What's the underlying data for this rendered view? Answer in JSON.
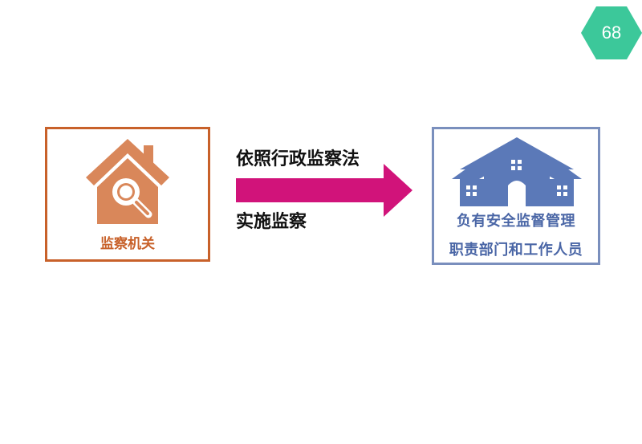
{
  "page_number": "68",
  "colors": {
    "badge": "#3cc89a",
    "left_accent": "#c8612a",
    "house_left": "#d9875a",
    "right_accent": "#7a8fbd",
    "house_right": "#5b79b8",
    "arrow": "#d1137a"
  },
  "left_box": {
    "icon": "house-magnifier-icon",
    "label": "监察机关"
  },
  "arrow": {
    "top_text": "依照行政监察法",
    "bottom_text": "实施监察"
  },
  "right_box": {
    "icon": "house-icon",
    "line1": "负有安全监督管理",
    "line2": "职责部门和工作人员"
  }
}
